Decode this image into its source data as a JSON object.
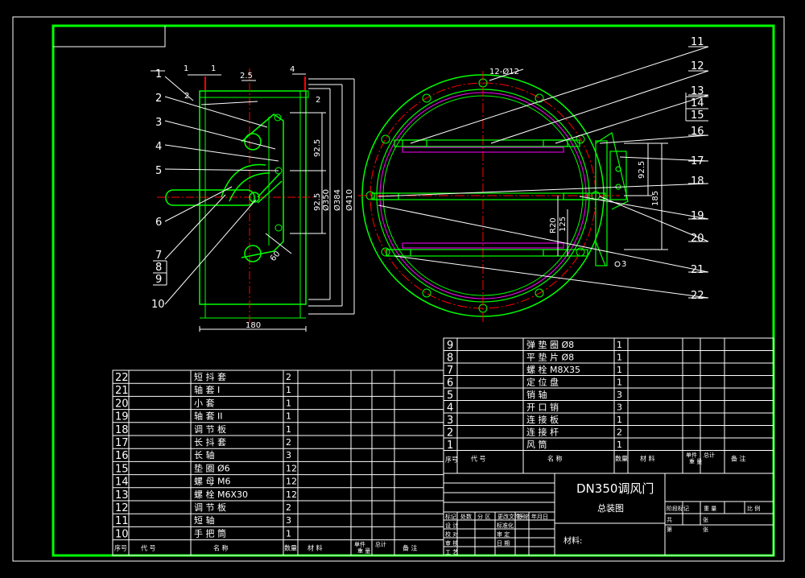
{
  "colors": {
    "background": "#000000",
    "frame": "#00ff00",
    "lines": "#ffffff",
    "part": "#00ff00",
    "center": "#ff0000",
    "inner": "#ff00ff"
  },
  "side_view": {
    "dims": {
      "d1": "1",
      "d2": "2.5",
      "d3": "4",
      "d4": "2",
      "d5": "2",
      "d6": "92.5",
      "d7": "92.5",
      "d8": "Ø350",
      "d9": "Ø384",
      "d10": "Ø410",
      "d11": "60",
      "d12": "180"
    },
    "labels": [
      "1",
      "2",
      "3",
      "4",
      "5",
      "6",
      "7",
      "8",
      "9",
      "10"
    ]
  },
  "front_view": {
    "dims": {
      "holes": "12-Ø12",
      "h1": "92.5",
      "h2": "185",
      "r1": "R20",
      "r2": "125",
      "r3": "3"
    },
    "labels": [
      "11",
      "12",
      "13",
      "14",
      "15",
      "16",
      "17",
      "18",
      "19",
      "20",
      "21",
      "22"
    ]
  },
  "bom_right": {
    "rows": [
      {
        "no": "9",
        "name": "弹 垫 圈 Ø8",
        "qty": "1"
      },
      {
        "no": "8",
        "name": "平 垫 片 Ø8",
        "qty": "1"
      },
      {
        "no": "7",
        "name": "螺 栓 M8X35",
        "qty": "1"
      },
      {
        "no": "6",
        "name": "定 位 盘",
        "qty": "1"
      },
      {
        "no": "5",
        "name": "销 轴",
        "qty": "3"
      },
      {
        "no": "4",
        "name": "开 口 销",
        "qty": "3"
      },
      {
        "no": "3",
        "name": "连 接 板",
        "qty": "1"
      },
      {
        "no": "2",
        "name": "连 接 杆",
        "qty": "2"
      },
      {
        "no": "1",
        "name": "风 筒",
        "qty": "1"
      }
    ],
    "header": {
      "no": "序号",
      "code": "代 号",
      "name": "名 称",
      "qty": "数量",
      "material": "材 料",
      "single": "单件",
      "total": "总计",
      "weight": "重 量",
      "remark": "备 注"
    }
  },
  "bom_left": {
    "rows": [
      {
        "no": "22",
        "name": "短 抖 套",
        "qty": "2"
      },
      {
        "no": "21",
        "name": "轴 套 I",
        "qty": "1"
      },
      {
        "no": "20",
        "name": "小 套",
        "qty": "1"
      },
      {
        "no": "19",
        "name": "轴 套 II",
        "qty": "1"
      },
      {
        "no": "18",
        "name": "调 节 板",
        "qty": "1"
      },
      {
        "no": "17",
        "name": "长 抖 套",
        "qty": "2"
      },
      {
        "no": "16",
        "name": "长 轴",
        "qty": "3"
      },
      {
        "no": "15",
        "name": "垫 圈 Ø6",
        "qty": "12"
      },
      {
        "no": "14",
        "name": "螺 母 M6",
        "qty": "12"
      },
      {
        "no": "13",
        "name": "螺 栓 M6X30",
        "qty": "12"
      },
      {
        "no": "12",
        "name": "调 节 板",
        "qty": "2"
      },
      {
        "no": "11",
        "name": "短 轴",
        "qty": "3"
      },
      {
        "no": "10",
        "name": "手 把 筒",
        "qty": "1"
      }
    ]
  },
  "title_block": {
    "title": "DN350调风门",
    "subtitle": "总装图",
    "material_label": "材料:",
    "rev_header": [
      "标记",
      "处数",
      "分 区",
      "更改文件号",
      "签 名",
      "年月日"
    ],
    "roles": [
      "设 计",
      "校 对",
      "审 核",
      "工 艺"
    ],
    "mid": [
      "标准化",
      "审 定",
      "日 期"
    ],
    "right_head": [
      "阶段标记",
      "重 量",
      "比 例"
    ],
    "sheet": [
      "共",
      "张",
      "第",
      "张"
    ]
  }
}
